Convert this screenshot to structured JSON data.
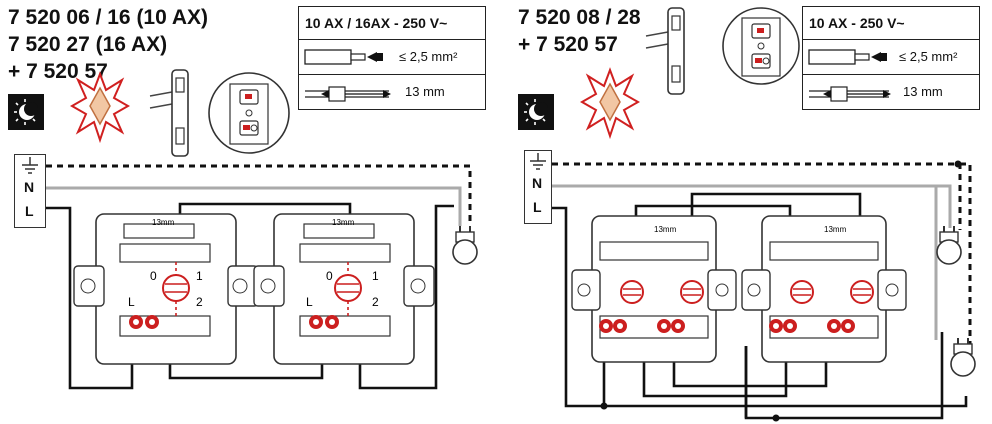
{
  "left": {
    "title_lines": [
      "7 520 06 / 16 (10 AX)",
      "7 520 27 (16 AX)",
      "+ 7 520 57"
    ],
    "spec": {
      "header": "10 AX / 16AX - 250 V~",
      "wire_section": "≤ 2,5 mm²",
      "strip_length": "13 mm"
    },
    "terminals": [
      "N",
      "L"
    ],
    "switch_labels": {
      "t0": "0",
      "t1": "1",
      "t2": "2",
      "tL": "L",
      "dim": "13mm"
    }
  },
  "right": {
    "title_lines": [
      "7 520 08 / 28",
      "+ 7 520 57"
    ],
    "spec": {
      "header": "10 AX - 250 V~",
      "wire_section": "≤ 2,5 mm²",
      "strip_length": "13 mm"
    },
    "terminals": [
      "N",
      "L"
    ],
    "switch_labels": {
      "dim": "13mm"
    }
  },
  "colors": {
    "wire_live": "#111111",
    "wire_neutral": "#aaaaaa",
    "accent_red": "#cc1f1f",
    "glow_orange": "#e8a06a"
  },
  "icons": [
    "night-mode-icon",
    "illuminated-switch-icon",
    "indicator-module-icon",
    "rocker-detail-icon",
    "earth-icon",
    "lamp-icon"
  ]
}
